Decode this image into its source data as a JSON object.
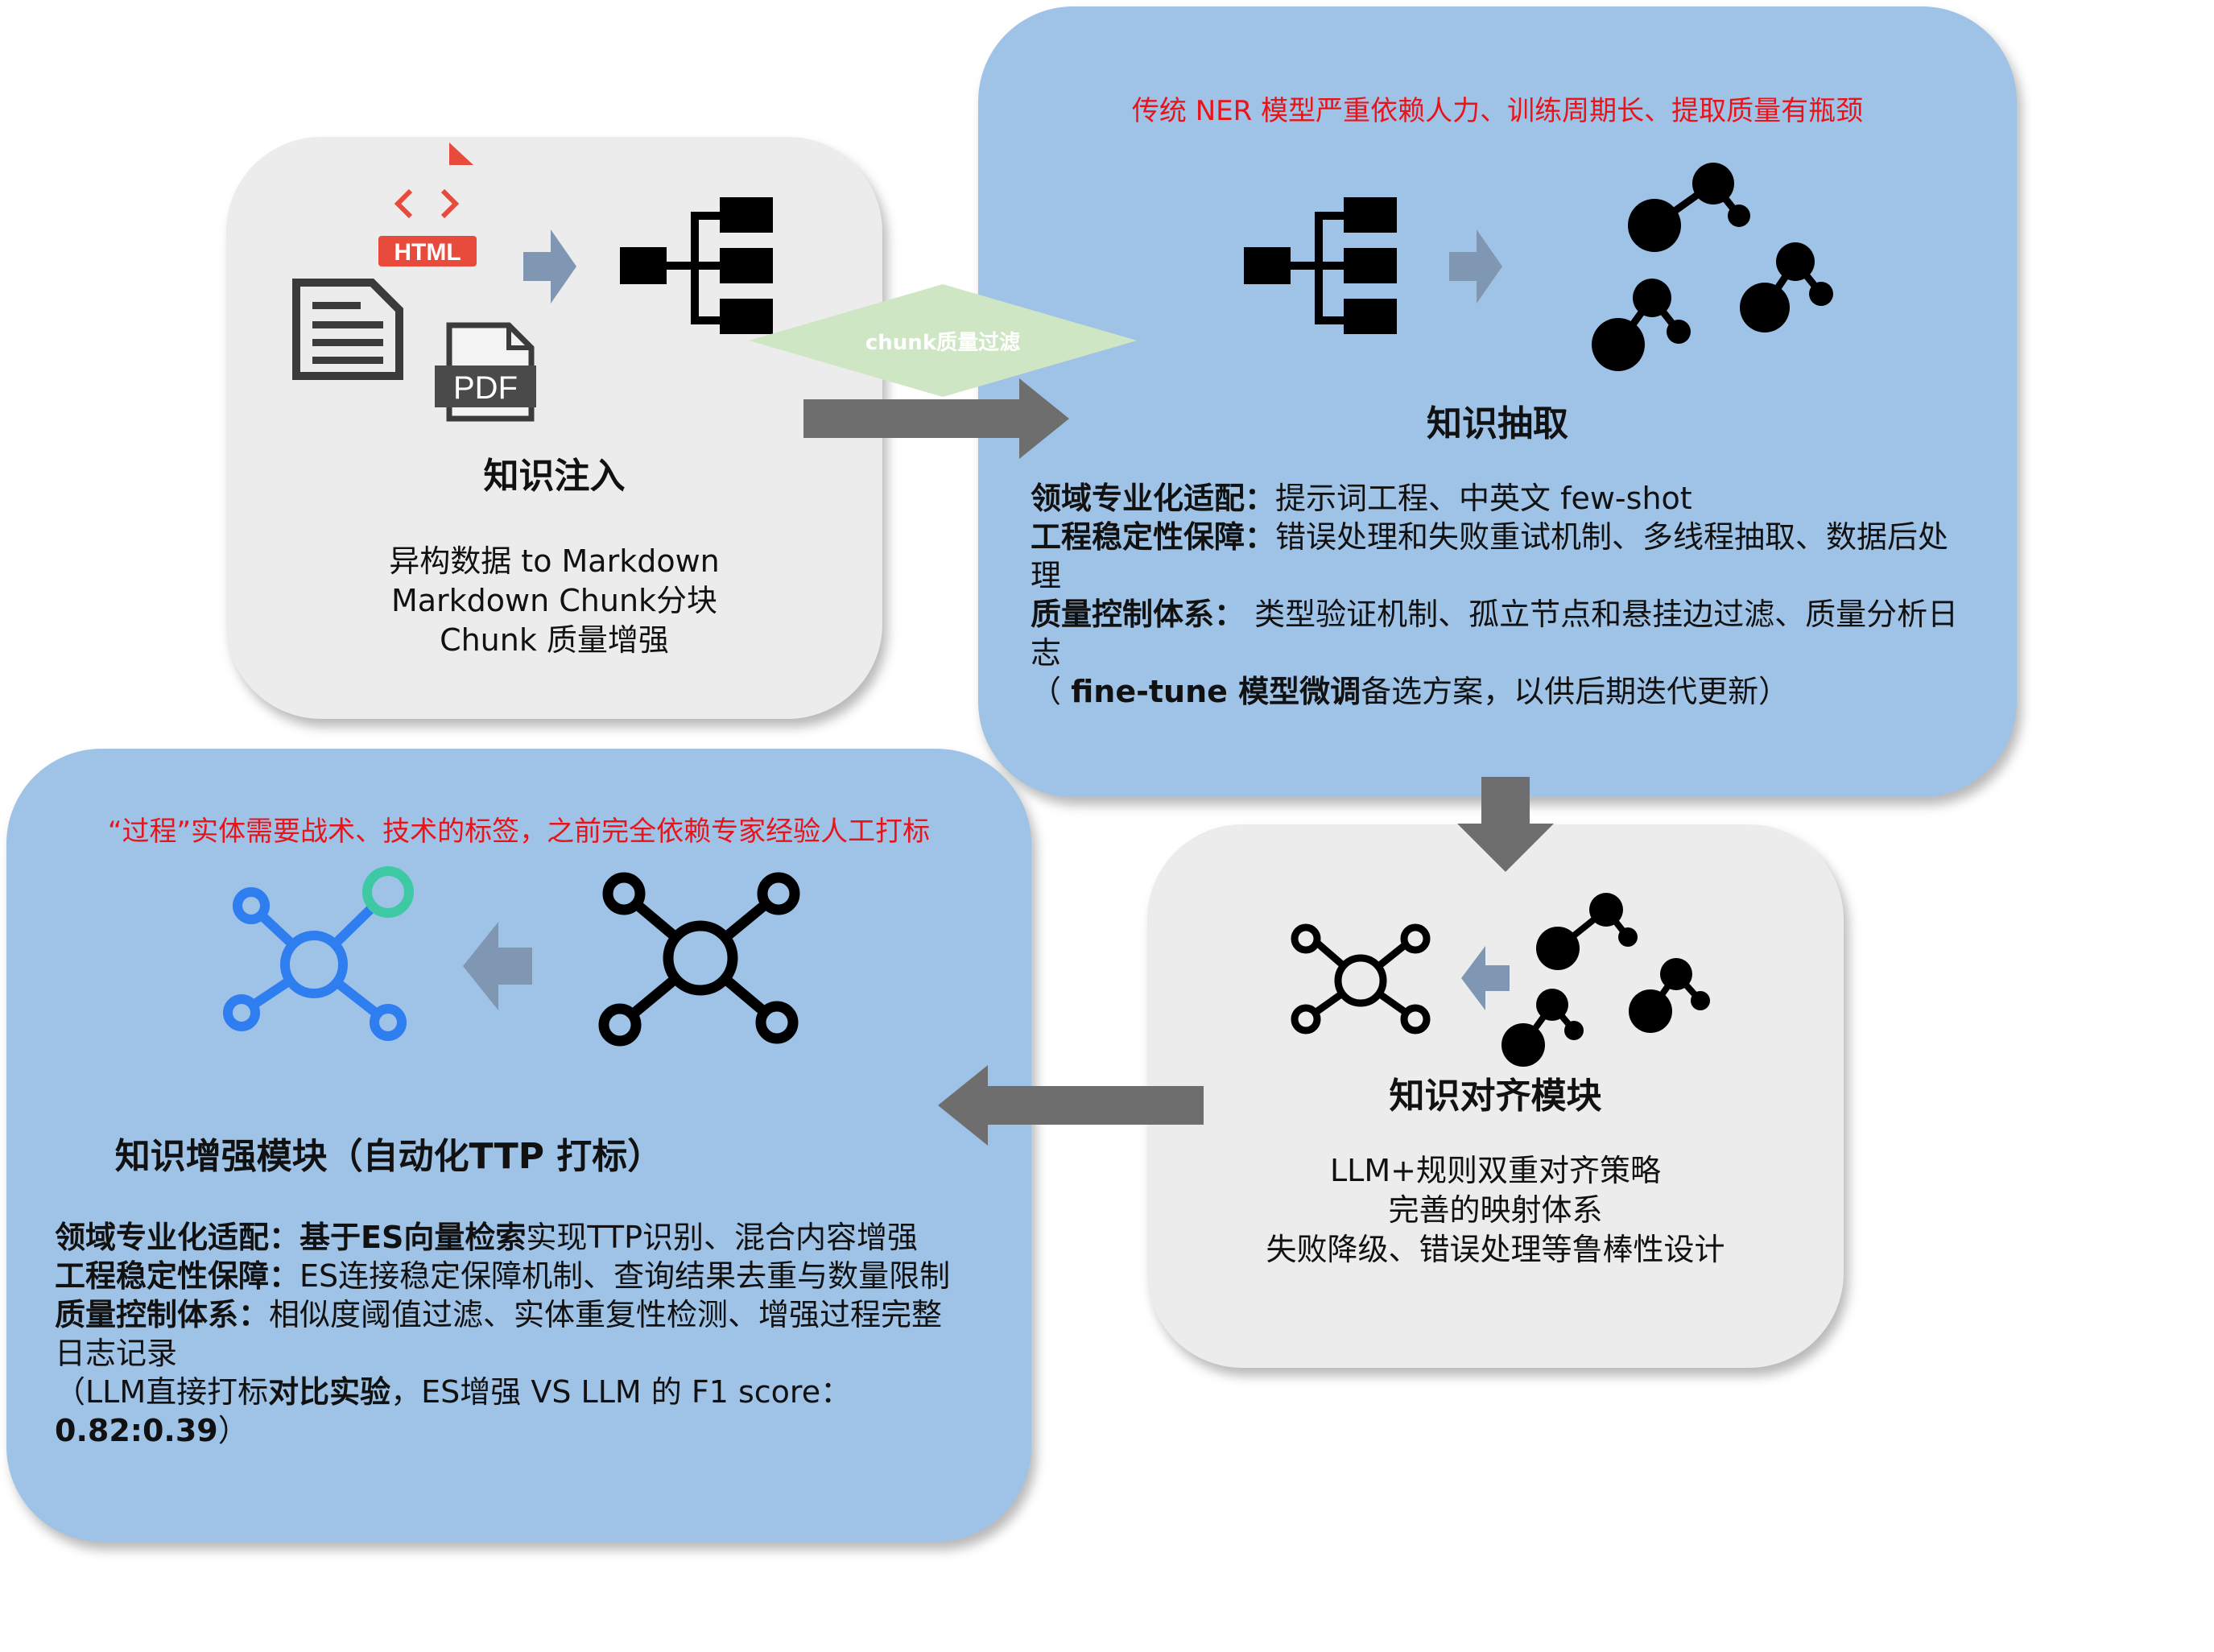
{
  "filter_label": "chunk质量过滤",
  "ingest": {
    "title": "知识注入",
    "lines": [
      "异构数据 to Markdown",
      "Markdown Chunk分块",
      "Chunk 质量增强"
    ],
    "html_badge": "HTML",
    "pdf_badge": "PDF"
  },
  "extract": {
    "note": "传统 NER 模型严重依赖人力、训练周期长、提取质量有瓶颈",
    "title": "知识抽取",
    "p1_bold": "领域专业化适配：",
    "p1_text": "提示词工程、中英文 few-shot",
    "p2_bold": "工程稳定性保障：",
    "p2_text": "错误处理和失败重试机制、多线程抽取、数据后处理",
    "p3_bold": "质量控制体系：",
    "p3_text": " 类型验证机制、孤立节点和悬挂边过滤、质量分析日志",
    "p4_open": "（ ",
    "p4_bold": "fine-tune 模型微调",
    "p4_text": "备选方案，以供后期迭代更新）"
  },
  "align": {
    "title": "知识对齐模块",
    "lines": [
      "LLM+规则双重对齐策略",
      "完善的映射体系",
      "失败降级、错误处理等鲁棒性设计"
    ]
  },
  "enhance": {
    "note": "“过程”实体需要战术、技术的标签，之前完全依赖专家经验人工打标",
    "title": "知识增强模块（自动化TTP 打标）",
    "p1_bold": "领域专业化适配：基于ES向量检索",
    "p1_text": "实现TTP识别、混合内容增强",
    "p2_bold": "工程稳定性保障：",
    "p2_text": "ES连接稳定保障机制、查询结果去重与数量限制",
    "p3_bold": "质量控制体系：",
    "p3_text": "相似度阈值过滤、实体重复性检测、增强过程完整日志记录",
    "p4_text": "（LLM直接打标",
    "p4_bold": "对比实验",
    "p4_text2": "，ES增强 VS LLM 的 F1 score：",
    "p4_bold2": "0.82:0.39",
    "p4_close": "）"
  },
  "colors": {
    "blue_box": "#9fc3e7",
    "gray_box": "#ececec",
    "note_red": "#e8141a",
    "arrow_gray": "#6e6e6e",
    "small_arrow": "#8097b3",
    "diamond_fill": "#cfe6c4",
    "icon_blue": "#2f7ef0",
    "icon_green": "#3cc9a4"
  }
}
